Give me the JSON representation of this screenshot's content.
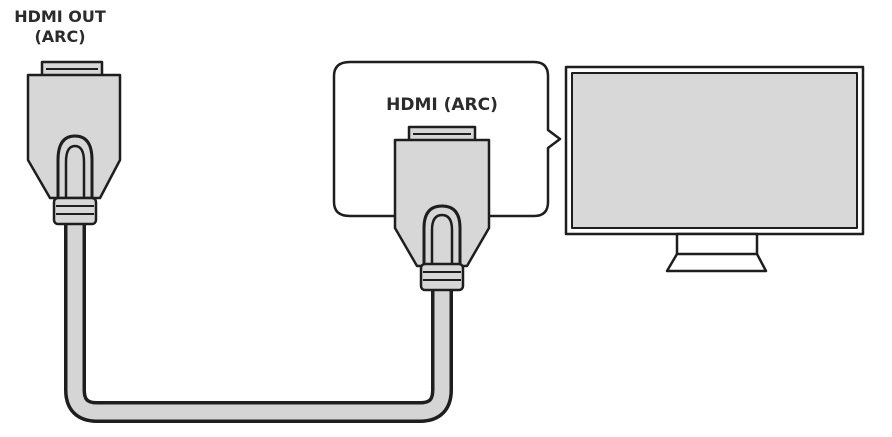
{
  "labels": {
    "source_line1": "HDMI OUT",
    "source_line2": "(ARC)",
    "port_label": "HDMI (ARC)"
  },
  "colors": {
    "outline": "#1e1e1e",
    "plug_fill": "#d7d7d7",
    "cable_fill": "#d5d5d5",
    "screen_fill": "#d8d8d8",
    "callout_fill": "#ffffff",
    "text": "#2b2b2b"
  },
  "icons": {
    "source_connector": "hdmi-plug-icon",
    "tv_connector": "hdmi-plug-icon",
    "tv": "television-icon",
    "cable": "hdmi-cable"
  }
}
